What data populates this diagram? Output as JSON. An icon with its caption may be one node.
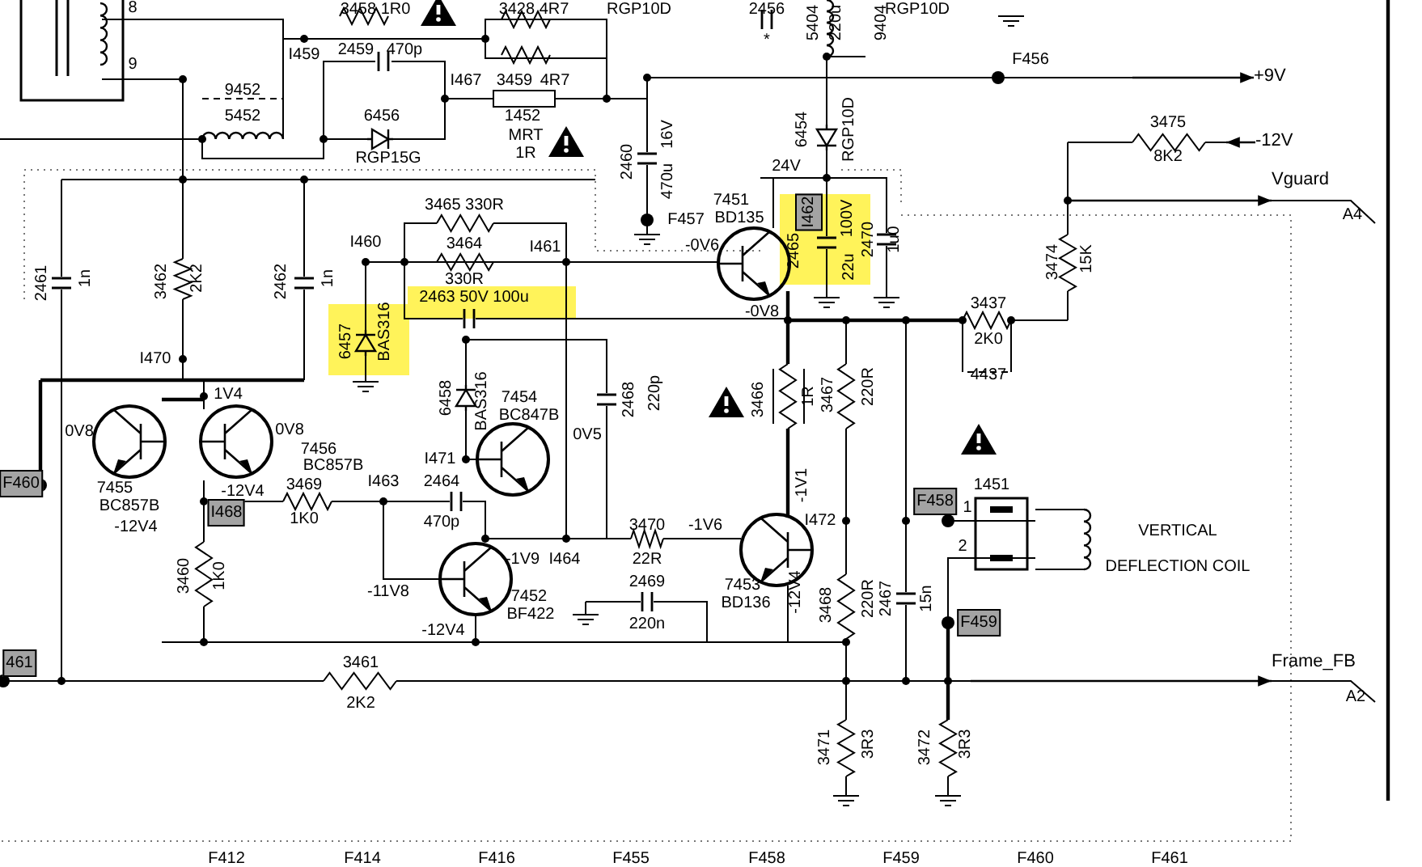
{
  "diagram": {
    "nodes": [
      {
        "text": [
          "+9V"
        ]
      },
      {
        "text": [
          "-12V"
        ]
      },
      {
        "text": [
          "Vguard"
        ]
      },
      {
        "text": [
          "Frame_FB"
        ]
      }
    ],
    "edges": [
      {
        "from": null,
        "to": 0,
        "arrow": "to"
      },
      {
        "from": 1,
        "to": null,
        "arrow": "to"
      },
      {
        "from": null,
        "to": 2,
        "arrow": "to"
      },
      {
        "from": null,
        "to": 3,
        "arrow": "to"
      }
    ],
    "labels": [
      "8",
      "9",
      "3458 1R0",
      "3428 4R7",
      "RGP10D",
      "2456",
      "*",
      "5404",
      "220u",
      "9404",
      "RGP10D",
      "I459",
      "2459",
      "470p",
      "I467",
      "3459",
      "4R7",
      "9452",
      "5452",
      "6456",
      "RGP15G",
      "1452",
      "MRT",
      "1R",
      "F456",
      "3475",
      "8K2",
      "A4",
      "6454",
      "RGP10D",
      "2460",
      "16V",
      "470u",
      "F457",
      "7451",
      "BD135",
      "24V",
      "I462",
      "2465",
      "100V",
      "22u",
      "2470",
      "1u0",
      "-0V6",
      "-0V8",
      "3474",
      "15K",
      "3437",
      "2K0",
      "4437",
      "I460",
      "3465 330R",
      "3464",
      "330R",
      "I461",
      "2461",
      "1n",
      "3462",
      "2K2",
      "2462",
      "1n",
      "6457",
      "BAS316",
      "2463 50V 100u",
      "I470",
      "1V4",
      "0V8",
      "0V8",
      "6458",
      "BAS316",
      "7454",
      "BC847B",
      "0V5",
      "2468",
      "220p",
      "F460",
      "7455",
      "BC857B",
      "-12V4",
      "7456",
      "BC857B",
      "-12V4",
      "I468",
      "3469",
      "1K0",
      "I463",
      "2464",
      "470p",
      "I471",
      "3466",
      "1R",
      "3467",
      "220R",
      "-1V1",
      "3470",
      "22R",
      "-1V6",
      "I472",
      "1451",
      "F458",
      "1",
      "2",
      "-1V9",
      "I464",
      "VERTICAL DEFLECTION COIL",
      "3460",
      "1K0",
      "-11V8",
      "7452",
      "BF422",
      "-12V4",
      "2469",
      "220n",
      "7453",
      "BD136",
      "-12V4",
      "3468",
      "220R",
      "2467",
      "15n",
      "F459",
      "461",
      "3461",
      "2K2",
      "A2",
      "3471",
      "3R3",
      "3472",
      "3R3",
      "F412",
      "F414",
      "F416",
      "F455",
      "F458",
      "F459",
      "F460",
      "F461"
    ]
  }
}
